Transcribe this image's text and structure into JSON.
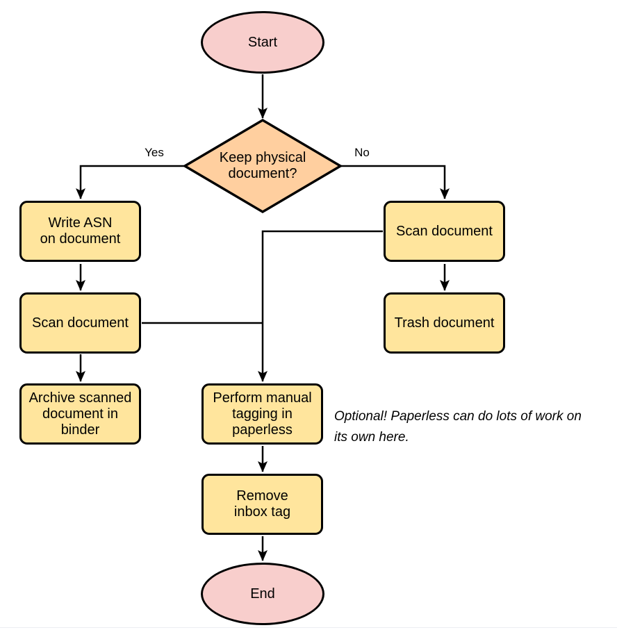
{
  "colors": {
    "terminal_fill": "#f8cecc",
    "decision_fill": "#ffcf9f",
    "process_fill": "#ffe59d",
    "stroke": "#000000",
    "footer_line": "#eceef2",
    "background": "#ffffff"
  },
  "nodes": {
    "start": {
      "type": "terminal",
      "label": "Start"
    },
    "decision": {
      "type": "decision",
      "label": "Keep physical\ndocument?"
    },
    "write_asn": {
      "type": "process",
      "label": "Write ASN\non document"
    },
    "scan_left": {
      "type": "process",
      "label": "Scan document"
    },
    "archive": {
      "type": "process",
      "label": "Archive scanned\ndocument in\nbinder"
    },
    "scan_right": {
      "type": "process",
      "label": "Scan document"
    },
    "trash": {
      "type": "process",
      "label": "Trash document"
    },
    "tagging": {
      "type": "process",
      "label": "Perform manual\ntagging in\npaperless"
    },
    "remove_inbox": {
      "type": "process",
      "label": "Remove\ninbox tag"
    },
    "end": {
      "type": "terminal",
      "label": "End"
    }
  },
  "edge_labels": {
    "yes": "Yes",
    "no": "No"
  },
  "note": {
    "text": "Optional! Paperless can do lots of work on\nits own here."
  }
}
